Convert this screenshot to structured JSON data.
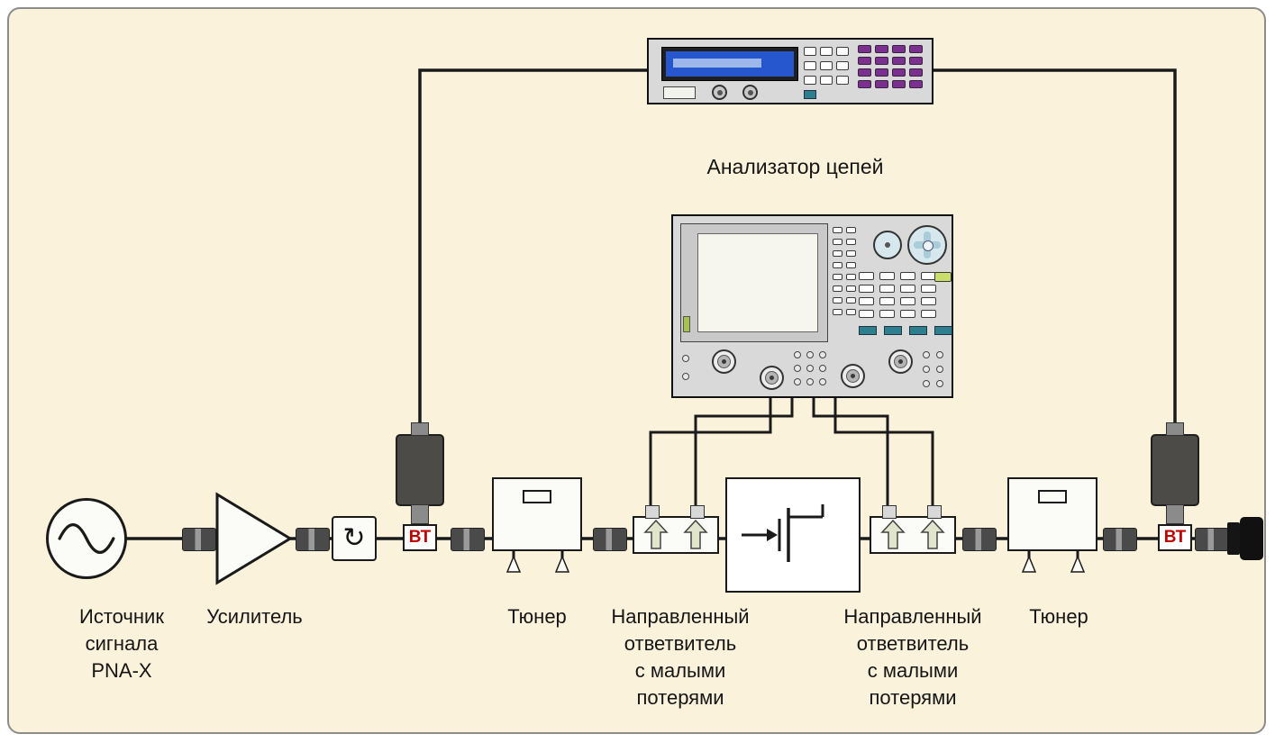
{
  "diagram": {
    "title": "Анализатор цепей",
    "bt_badge": "ВТ",
    "circulator_glyph": "↻",
    "labels": {
      "source": [
        "Источник",
        "сигнала",
        "PNA-X"
      ],
      "amplifier": "Усилитель",
      "tuner": "Тюнер",
      "coupler": [
        "Направленный",
        "ответвитель",
        "с малыми",
        "потерями"
      ]
    },
    "colors": {
      "background": "#FBF2DC",
      "wire": "#1A1A1A",
      "bt_text": "#C00000",
      "instrument_body": "#D9D9D9",
      "display_blue": "#2757CF",
      "keypad_purple": "#7B2F8E",
      "key_teal": "#2E7F8E",
      "arrow_fill": "#E0E5CC",
      "led_green": "#A8C24E"
    }
  }
}
